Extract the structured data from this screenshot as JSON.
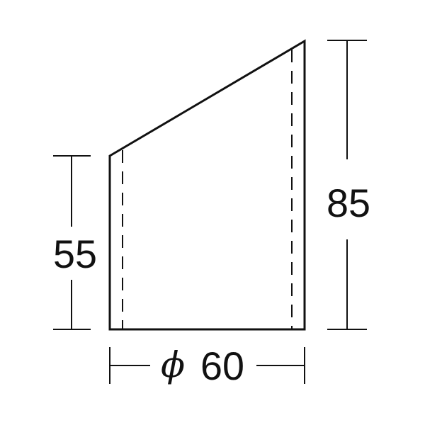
{
  "drawing": {
    "colors": {
      "line": "#111111",
      "background": "#ffffff"
    },
    "dimensions": {
      "left_height": "55",
      "right_height": "85",
      "diameter_symbol": "ϕ",
      "diameter_value": "60"
    }
  }
}
